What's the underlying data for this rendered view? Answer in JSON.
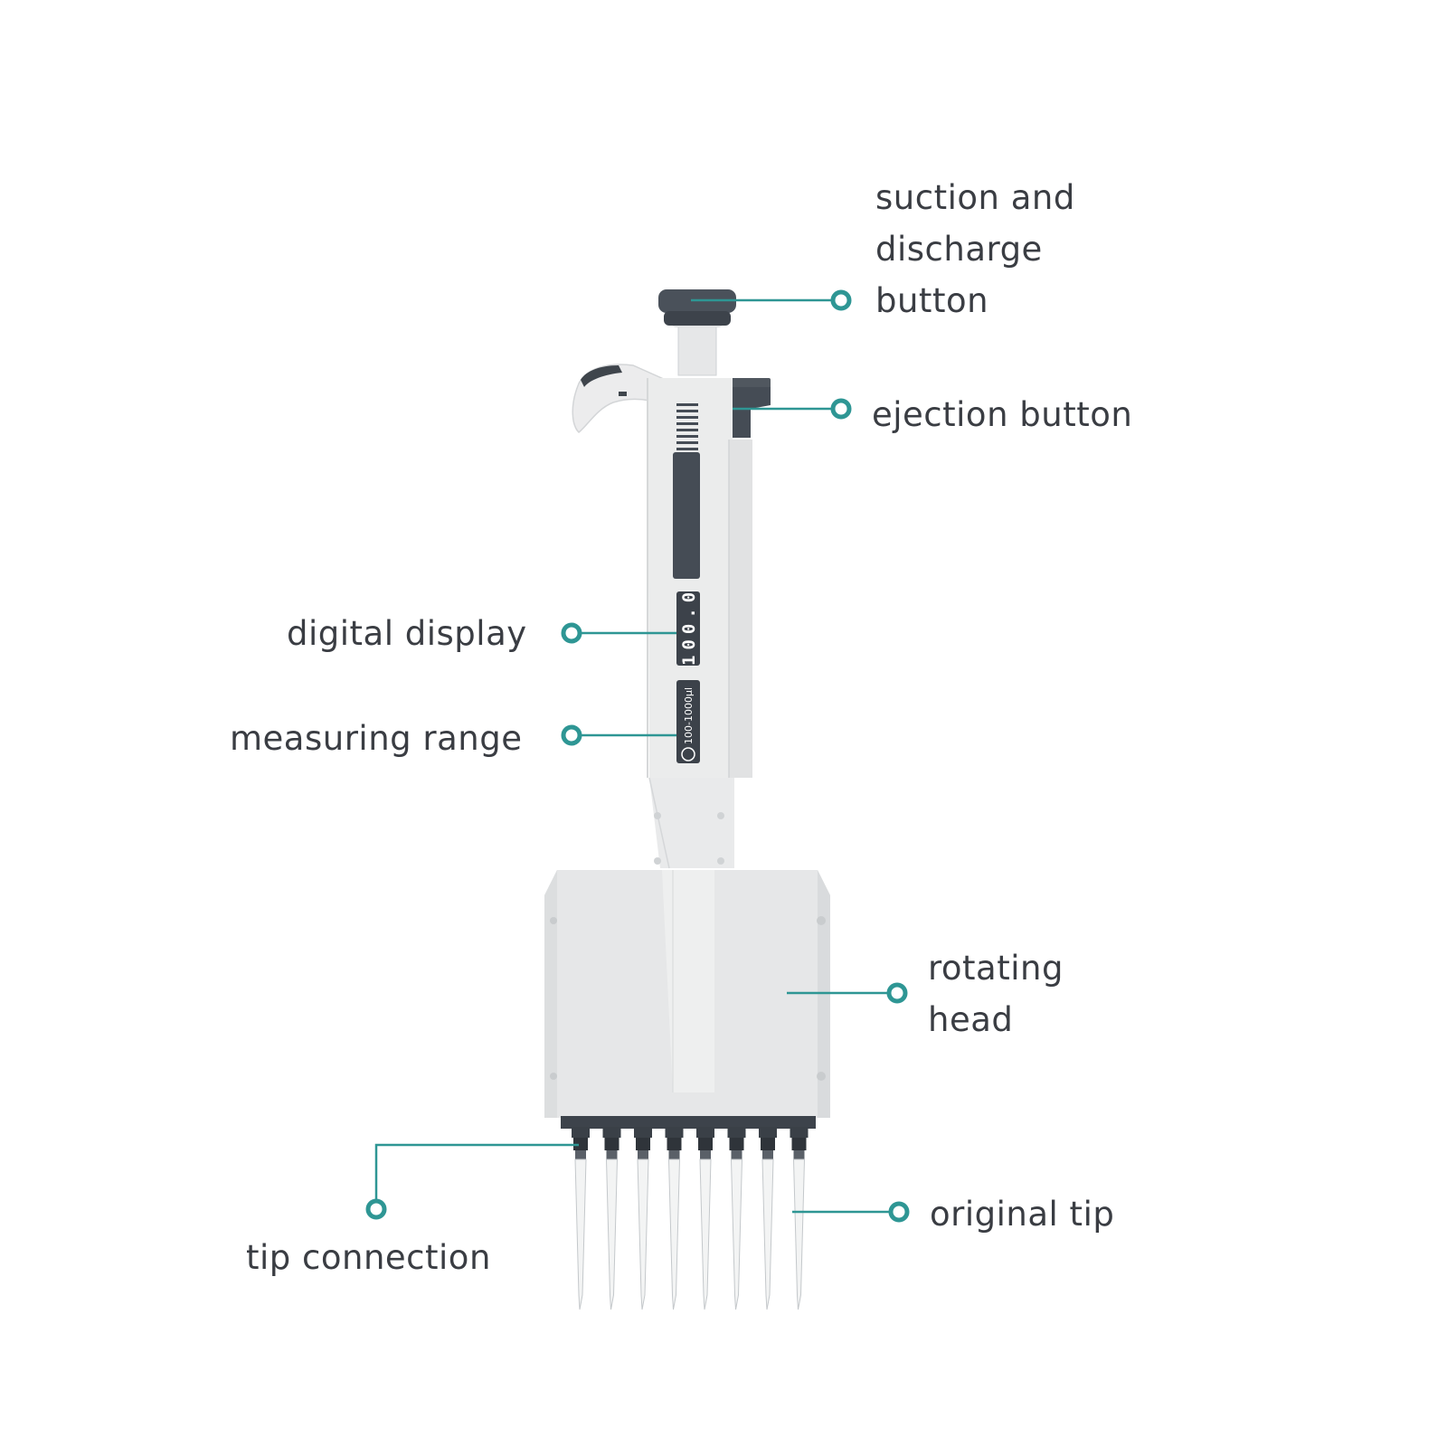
{
  "callouts": {
    "suction": [
      "suction and",
      "discharge",
      "button"
    ],
    "ejection": "ejection button",
    "digital_display": "digital display",
    "measuring_range": "measuring range",
    "rotating": [
      "rotating",
      "head"
    ],
    "tip_connection": "tip connection",
    "original_tip": "original tip"
  },
  "pipette": {
    "display_value": "100.0",
    "range_text": "100-1000μl",
    "channels": 8
  },
  "colors": {
    "callout_teal": "#2e9694",
    "body_light": "#eceded",
    "body_shadow": "#d6d8da",
    "dark_parts": "#454c55",
    "label_text": "#3a3d43"
  }
}
